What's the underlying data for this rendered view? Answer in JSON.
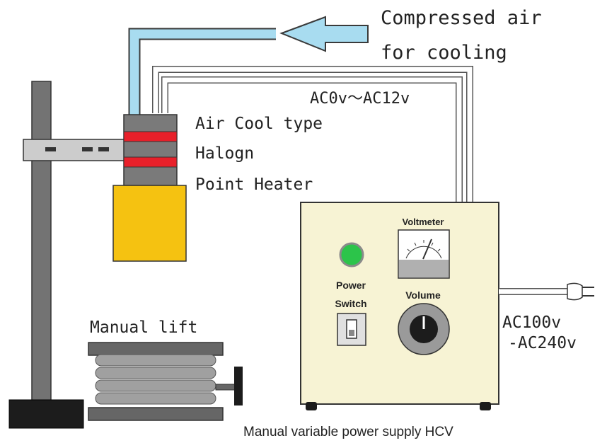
{
  "labels": {
    "compressed_air_line1": "Compressed air",
    "compressed_air_line2": "for cooling",
    "voltage_output": "AC0v〜AC12v",
    "heater_line1": "Air Cool type",
    "heater_line2": "Halogn",
    "heater_line3": "Point Heater",
    "manual_lift": "Manual lift",
    "voltmeter": "Voltmeter",
    "power_line1": "Power",
    "switch": "Switch",
    "volume": "Volume",
    "ac_input_line1": "AC100v",
    "ac_input_line2": "-AC240v",
    "caption": "Manual variable power supply HCV"
  },
  "icons": {
    "air_arrow": "arrow-left-icon",
    "power_lamp": "power-indicator-icon",
    "voltmeter_gauge": "voltmeter-gauge-icon",
    "volume_knob": "volume-knob-icon",
    "power_switch": "toggle-switch-icon",
    "plug": "power-plug-icon"
  },
  "colors": {
    "air_tube": "#a8dcf0",
    "heater_body": "#f5c211",
    "heater_band": "#e8202a",
    "heater_core": "#7a7a7a",
    "power_box": "#f7f3d4",
    "indicator": "#2cc44a",
    "stand": "#707070",
    "lift_spring": "#a0a0a0"
  }
}
